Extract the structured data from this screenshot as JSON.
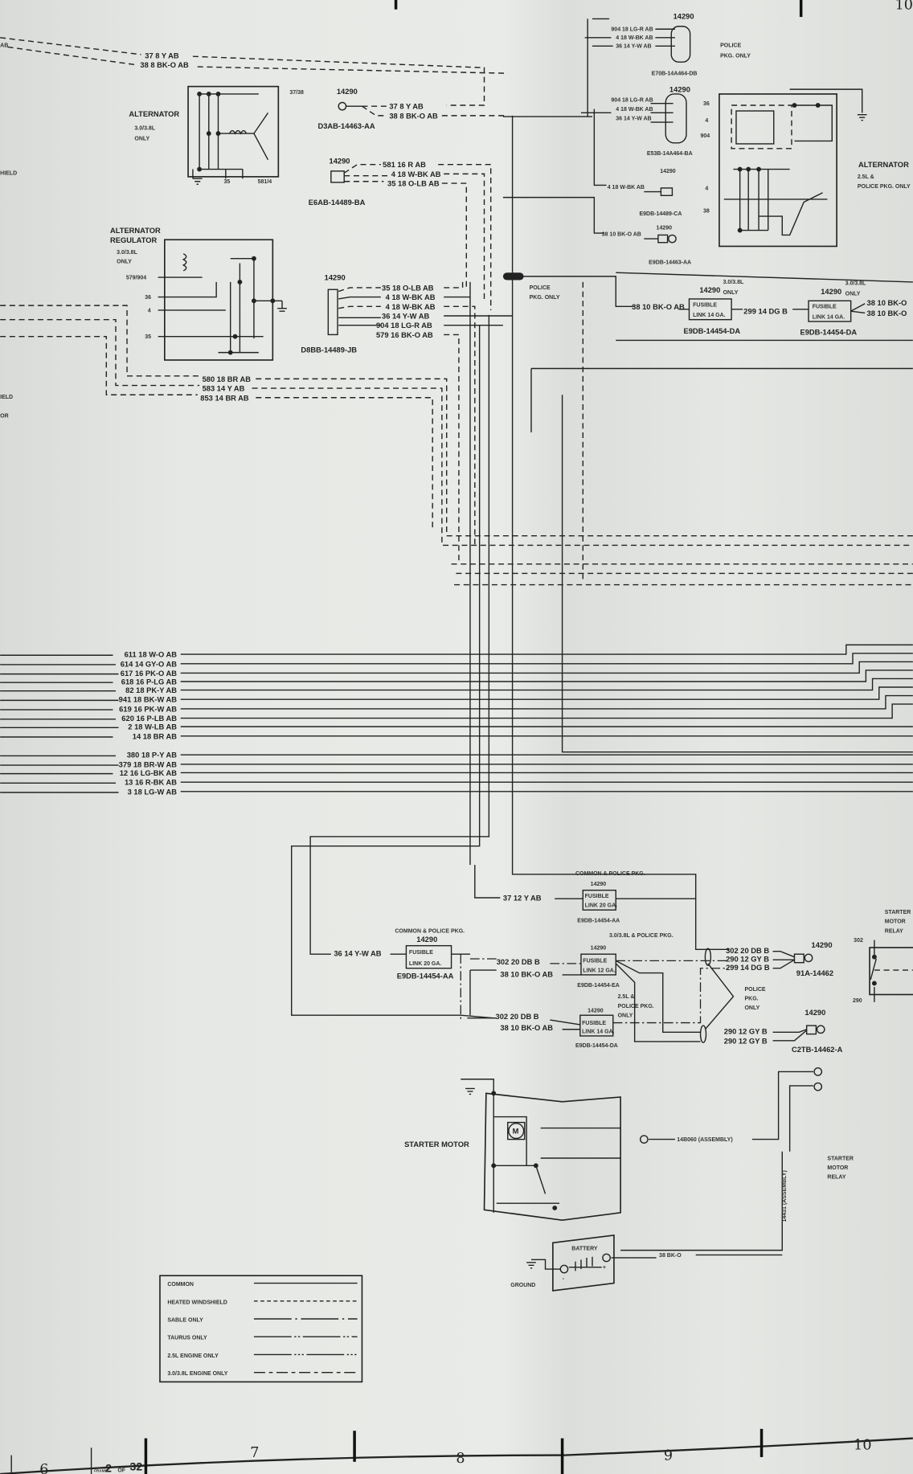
{
  "header": {
    "zone_top": "10"
  },
  "left_edge": [
    "AB",
    "HIELD",
    "IELD",
    "OR"
  ],
  "top_wires": [
    "37 8 Y AB",
    "38 8 BK-O AB"
  ],
  "alternator_3038": {
    "title": "ALTERNATOR",
    "note1": "3.0/3.8L",
    "note2": "ONLY",
    "pin_37_38": "37/38",
    "pin_35": "35",
    "pin_581_4": "581/4"
  },
  "conn_d3ab": {
    "num": "14290",
    "part": "D3AB-14463-AA",
    "wires": [
      "37 8  Y AB",
      "38 8 BK-O AB"
    ]
  },
  "conn_e6ab": {
    "num": "14290",
    "part": "E6AB-14489-BA",
    "wires": [
      "581 16 R AB",
      "4 18 W-BK AB",
      "35 18 O-LB AB"
    ]
  },
  "regulator": {
    "title1": "ALTERNATOR",
    "title2": "REGULATOR",
    "note1": "3.0/3.8L",
    "note2": "ONLY",
    "pins": [
      "579/904",
      "36",
      "4",
      "35"
    ]
  },
  "conn_d8bb": {
    "num": "14290",
    "part": "D8BB-14489-JB",
    "wires": [
      "35 18 O-LB AB",
      "4 18 W-BK AB",
      "4 18 W-BK AB",
      "36 14 Y-W AB",
      "904 18 LG-R AB",
      "579 16 BK-O AB"
    ]
  },
  "heated_wires": [
    "580 18 BR AB",
    "583 14 Y AB",
    "853 14 BR AB"
  ],
  "conn_e70b": {
    "num": "14290",
    "part": "E70B-14A464-DB",
    "wires": [
      "904 18 LG-R AB",
      "4 18 W-BK AB",
      "36 14 Y-W AB"
    ],
    "note1": "POLICE",
    "note2": "PKG. ONLY"
  },
  "conn_e53b": {
    "num": "14290",
    "part": "E53B-14A464-BA",
    "wires": [
      "904 18 LG-R AB",
      "4 18 W-BK AB",
      "36 14 Y-W AB"
    ]
  },
  "conn_e9db_ca": {
    "num": "14290",
    "part": "E9DB-14489-CA",
    "wire": "4 18 W-BK AB"
  },
  "conn_e9db_aa": {
    "num": "14290",
    "part": "E9DB-14463-AA",
    "wire": "38 10 BK-O AB"
  },
  "alternator_25": {
    "title": "ALTERNATOR",
    "note1": "2.5L &",
    "note2": "POLICE PKG. ONLY",
    "pins": [
      "36",
      "4",
      "904",
      "4",
      "38"
    ]
  },
  "police_note": [
    "POLICE",
    "PKG. ONLY"
  ],
  "fuse_row": {
    "wire_in": "38 10 BK-O AB",
    "link1": {
      "num": "14290",
      "note1": "3.0/3.8L",
      "note2": "ONLY",
      "l1": "FUSIBLE",
      "l2": "LINK 14 GA.",
      "part": "E9DB-14454-DA"
    },
    "mid": "299 14 DG B",
    "link2": {
      "num": "14290",
      "note1": "3.0/3.8L",
      "note2": "ONLY",
      "l1": "FUSIBLE",
      "l2": "LINK 14 GA.",
      "part": "E9DB-14454-DA"
    },
    "out": [
      "38 10 BK-O",
      "38 10 BK-O"
    ]
  },
  "bundle": [
    "611 18 W-O AB",
    "614 14 GY-O AB",
    "617 16 PK-O AB",
    "618 16 P-LG AB",
    "82 18 PK-Y AB",
    "941 18 BK-W AB",
    "619 16 PK-W AB",
    "620 16 P-LB AB",
    "2 18 W-LB AB",
    "14 18 BR AB",
    "380 18 P-Y AB",
    "379 18 BR-W AB",
    "12 16 LG-BK AB",
    "13 16 R-BK AB",
    "3 18 LG-W AB"
  ],
  "fuse_aa_top": {
    "note": "COMMON & POLICE PKG.",
    "num": "14290",
    "l1": "FUSIBLE",
    "l2": "LINK 20 GA.",
    "part": "E9DB-14454-AA",
    "wire": "37 12 Y AB"
  },
  "fuse_aa_left": {
    "note": "COMMON & POLICE PKG.",
    "num": "14290",
    "l1": "FUSIBLE",
    "l2": "LINK 20 GA.",
    "part": "E9DB-14454-AA",
    "wire": "36 14 Y-W AB"
  },
  "fuse_ea": {
    "note": "3.0/3.8L & POLICE PKG.",
    "num": "14290",
    "l1": "FUSIBLE",
    "l2": "LINK 12 GA.",
    "part": "E9DB-14454-EA",
    "wires": [
      "302 20 DB B",
      "38 10 BK-O AB"
    ]
  },
  "fuse_da": {
    "note1": "2.5L &",
    "note2": "POLICE PKG.",
    "note3": "ONLY",
    "num": "14290",
    "l1": "FUSIBLE",
    "l2": "LINK 14 GA.",
    "part": "E9DB-14454-DA",
    "wires": [
      "302 20 DB B",
      "38 10 BK-O AB"
    ]
  },
  "conn_91a": {
    "num": "14290",
    "part": "91A-14462",
    "wires": [
      "302 20 DB B",
      "290 12 GY B",
      "299 14 DG B"
    ]
  },
  "conn_c2tb": {
    "num": "14290",
    "part": "C2TB-14462-A",
    "wires": [
      "290 12 GY B",
      "290 12 GY B"
    ]
  },
  "police_note2": [
    "POLICE",
    "PKG.",
    "ONLY"
  ],
  "relay_top": {
    "l1": "STARTER",
    "l2": "MOTOR",
    "l3": "RELAY",
    "pin_302": "302",
    "pin_290": "290"
  },
  "starter": {
    "label": "STARTER MOTOR",
    "motor": "M",
    "wire": "14B060 (ASSEMBLY)",
    "cable": "14431 (ASSEMBLY)"
  },
  "relay_bottom": {
    "l1": "STARTER",
    "l2": "MOTOR",
    "l3": "RELAY"
  },
  "battery": {
    "label": "BATTERY",
    "wire": "38 BK-O",
    "ground": "GROUND",
    "neg": "-",
    "pos": "+"
  },
  "legend": {
    "items": [
      "COMMON",
      "HEATED WINDSHIELD",
      "SABLE ONLY",
      "TAURUS ONLY",
      "2.5L ENGINE ONLY",
      "3.0/3.8L ENGINE ONLY"
    ]
  },
  "footer": {
    "zones": [
      "6",
      "7",
      "8",
      "9",
      "10"
    ],
    "frame": "FRAME",
    "frame_num": "2",
    "of": "OF",
    "total": "32"
  }
}
